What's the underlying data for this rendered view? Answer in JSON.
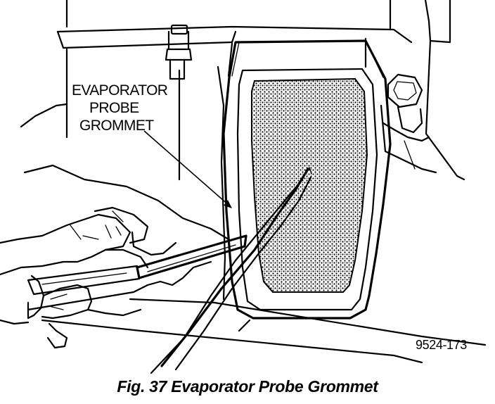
{
  "label": {
    "line1": "EVAPORATOR",
    "line2": "PROBE",
    "line3": "GROMMET"
  },
  "figure_number": "9524-173",
  "caption": "Fig. 37 Evaporator Probe Grommet"
}
